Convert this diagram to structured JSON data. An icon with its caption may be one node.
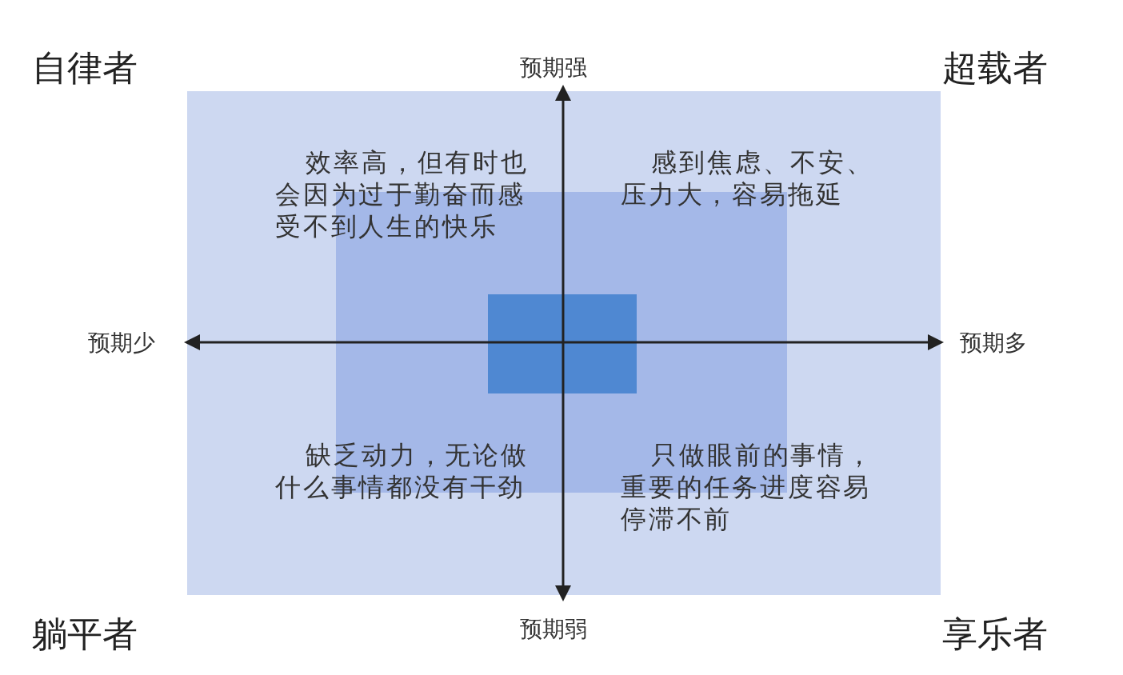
{
  "diagram": {
    "labels": [
      "自律者",
      "预期强",
      "超载者",
      "效率高，但有时也会因为过于勤奋而感受不到人生的快乐",
      "感到焦虑、不安、压力大，容易拖延",
      "预期少",
      "预期多",
      "缺乏动力，无论做什么事情都没有干劲",
      "只做眼前的事情，重要的任务进度容易停滞不前",
      "躺平者",
      "预期弱",
      "享乐者"
    ]
  }
}
